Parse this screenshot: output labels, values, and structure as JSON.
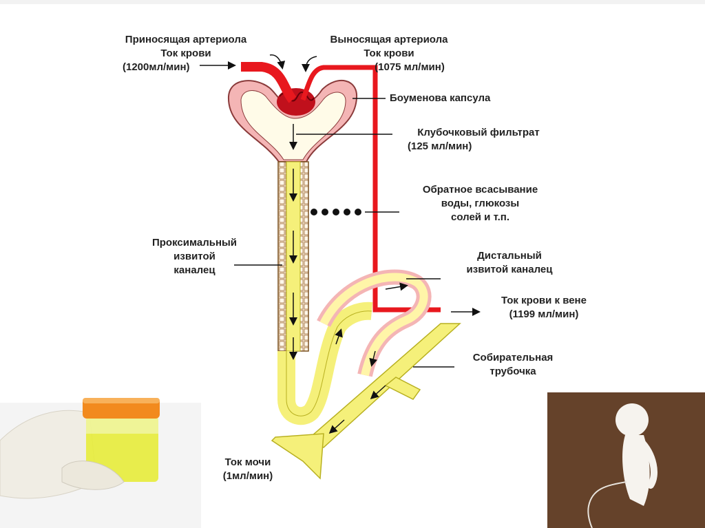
{
  "labels": {
    "afferent": {
      "line1": "Приносящая артериола",
      "line2": "Ток крови",
      "line3": "(1200мл/мин)"
    },
    "efferent": {
      "line1": "Выносящая артериола",
      "line2": "Ток крови",
      "line3": "(1075 мл/мин)"
    },
    "bowman": "Боуменова капсула",
    "filtrate": {
      "line1": "Клубочковый фильтрат",
      "line2": "(125 мл/мин)"
    },
    "reabsorption": {
      "line1": "Обратное всасывание",
      "line2": "воды, глюкозы",
      "line3": "солей и т.п."
    },
    "proximal": {
      "line1": "Проксимальный",
      "line2": "извитой",
      "line3": "каналец"
    },
    "distal": {
      "line1": "Дистальный",
      "line2": "извитой каналец"
    },
    "vein": {
      "line1": "Ток крови к вене",
      "line2": "(1199 мл/мин)"
    },
    "collecting": {
      "line1": "Собирательная",
      "line2": "трубочка"
    },
    "urine": {
      "line1": "Ток мочи",
      "line2": "(1мл/мин)"
    }
  },
  "colors": {
    "artery": "#e8181e",
    "capsule_fill": "#f4b5b5",
    "capsule_edge": "#a04040",
    "tubule": "#f5f07a",
    "tubule_edge": "#b8b020",
    "cell_wall": "#e8c8a8",
    "photo_bg": "#5a3a24"
  },
  "icons": [
    "specimen-cup-photo",
    "fountain-figurine-photo"
  ]
}
